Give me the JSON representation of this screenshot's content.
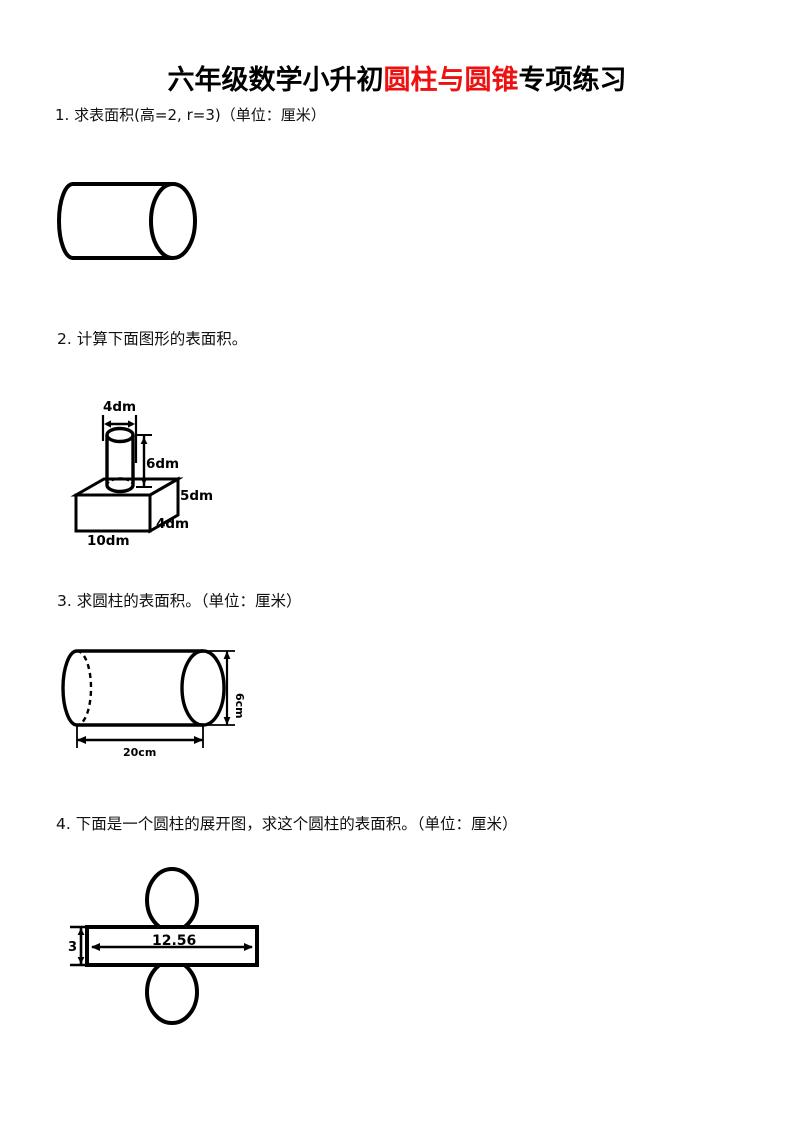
{
  "document": {
    "title_prefix": "六年级数学小升初",
    "title_highlight": "圆柱与圆锥",
    "title_suffix": "专项练习",
    "highlight_color": "#ee1111",
    "background_color": "#ffffff",
    "text_color": "#000000"
  },
  "questions": [
    {
      "number": "1.",
      "text": "1. 求表面积(高=2, r=3)（单位：厘米）",
      "figure": {
        "type": "cylinder-horizontal",
        "labels": []
      }
    },
    {
      "number": "2.",
      "text": "2. 计算下面图形的表面积。",
      "figure": {
        "type": "cylinder-on-box",
        "labels": [
          {
            "name": "cylinder-diameter",
            "value": "4dm"
          },
          {
            "name": "cylinder-height",
            "value": "6dm"
          },
          {
            "name": "box-height",
            "value": "5dm"
          },
          {
            "name": "box-depth",
            "value": "4dm"
          },
          {
            "name": "box-width",
            "value": "10dm"
          }
        ]
      }
    },
    {
      "number": "3.",
      "text": "3. 求圆柱的表面积。（单位：厘米）",
      "figure": {
        "type": "cylinder-horizontal-dimensioned",
        "labels": [
          {
            "name": "diameter",
            "value": "6cm"
          },
          {
            "name": "length",
            "value": "20cm"
          }
        ]
      }
    },
    {
      "number": "4.",
      "text": "4. 下面是一个圆柱的展开图，求这个圆柱的表面积。（单位：厘米）",
      "figure": {
        "type": "cylinder-net",
        "labels": [
          {
            "name": "rectangle-width",
            "value": "12.56"
          },
          {
            "name": "rectangle-height",
            "value": "3"
          }
        ]
      }
    }
  ],
  "figure_labels": {
    "q2_4dm_top": "4dm",
    "q2_6dm": "6dm",
    "q2_5dm": "5dm",
    "q2_4dm_depth": "4dm",
    "q2_10dm": "10dm",
    "q3_6cm": "6cm",
    "q3_20cm": "20cm",
    "q4_width": "12.56",
    "q4_height": "3"
  }
}
